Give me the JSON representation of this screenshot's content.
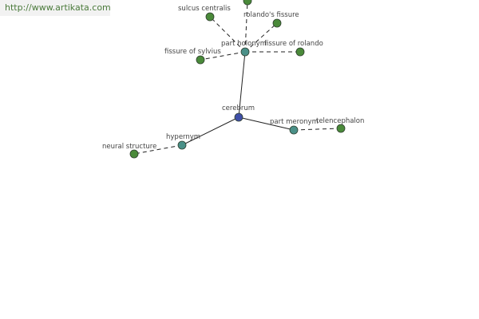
{
  "banner": {
    "url_text": "http://www.artikata.com"
  },
  "colors": {
    "center": "#3f4fa8",
    "relation": "#4a9088",
    "leaf": "#4a8a3a",
    "edge": "#222222"
  },
  "nodes": [
    {
      "id": "cerebrum",
      "label": "cerebrum",
      "kind": "center"
    },
    {
      "id": "part-holonym",
      "label": "part holonym",
      "kind": "relation"
    },
    {
      "id": "part-meronym",
      "label": "part meronym",
      "kind": "relation"
    },
    {
      "id": "hypernym",
      "label": "hypernym",
      "kind": "relation"
    },
    {
      "id": "sulcus-centralis",
      "label": "sulcus centralis",
      "kind": "leaf"
    },
    {
      "id": "rolandos-fissure",
      "label": "rolando's fissure",
      "kind": "leaf"
    },
    {
      "id": "fissure-of-rolando",
      "label": "fissure of rolando",
      "kind": "leaf"
    },
    {
      "id": "fissure-of-sylvius",
      "label": "fissure of sylvius",
      "kind": "leaf"
    },
    {
      "id": "top-unlabeled",
      "label": "",
      "kind": "leaf"
    },
    {
      "id": "telencephalon",
      "label": "telencephalon",
      "kind": "leaf"
    },
    {
      "id": "neural-structure",
      "label": "neural structure",
      "kind": "leaf"
    }
  ],
  "edges": [
    {
      "from": "cerebrum",
      "to": "part-holonym",
      "style": "solid"
    },
    {
      "from": "cerebrum",
      "to": "part-meronym",
      "style": "solid"
    },
    {
      "from": "cerebrum",
      "to": "hypernym",
      "style": "solid"
    },
    {
      "from": "part-holonym",
      "to": "sulcus-centralis",
      "style": "dashed"
    },
    {
      "from": "part-holonym",
      "to": "rolandos-fissure",
      "style": "dashed"
    },
    {
      "from": "part-holonym",
      "to": "fissure-of-rolando",
      "style": "dashed"
    },
    {
      "from": "part-holonym",
      "to": "fissure-of-sylvius",
      "style": "dashed"
    },
    {
      "from": "part-holonym",
      "to": "top-unlabeled",
      "style": "dashed"
    },
    {
      "from": "part-meronym",
      "to": "telencephalon",
      "style": "dashed"
    },
    {
      "from": "hypernym",
      "to": "neural-structure",
      "style": "dashed"
    }
  ]
}
